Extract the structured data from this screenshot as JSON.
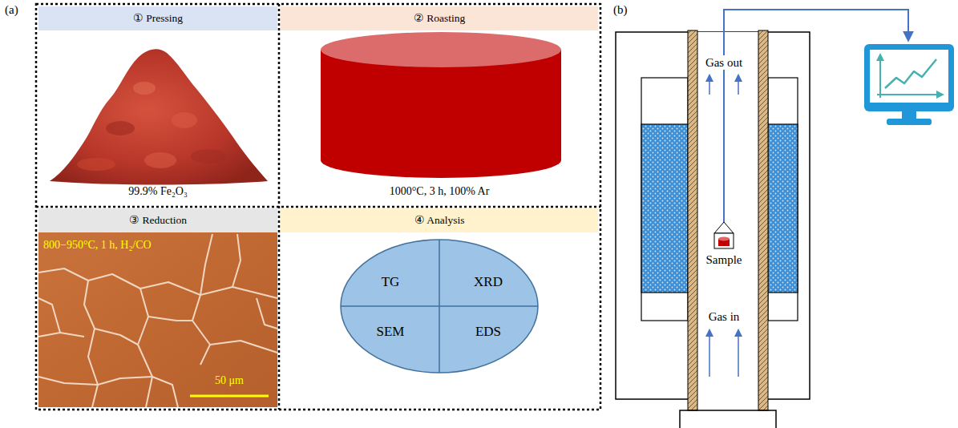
{
  "diagram": {
    "nodes": [
      {
        "text": [
          "① Pressing",
          "99.9% Fe₂O₃"
        ]
      },
      {
        "text": [
          "② Roasting",
          "1000°C, 3 h, 100% Ar"
        ]
      },
      {
        "text": [
          "③ Reduction"
        ]
      },
      {
        "text": [
          "800−950°C, 1 h, H₂/CO",
          "50 μm"
        ],
        "in": 2
      },
      {
        "text": [
          "④ Analysis"
        ]
      },
      {
        "text": [
          "TG",
          "XRD",
          "SEM",
          "EDS"
        ],
        "in": 4
      }
    ],
    "labels": [
      "(a)",
      "(b)",
      "Gas out",
      "Sample",
      "Gas in"
    ]
  }
}
